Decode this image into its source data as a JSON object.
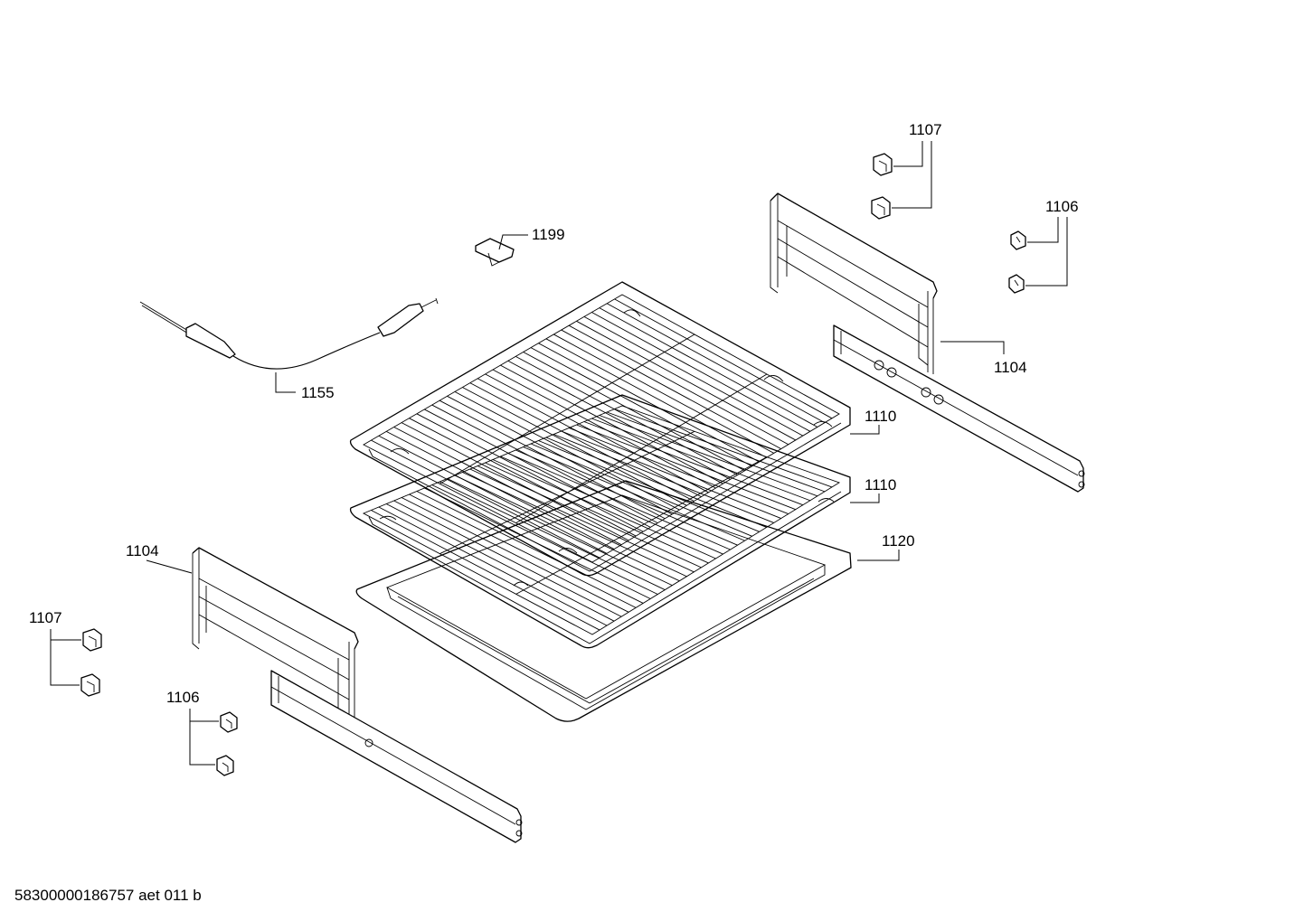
{
  "document_id": "58300000186757 aet 011 b",
  "callouts": {
    "probe": "1155",
    "clip_1199": "1199",
    "rack_upper": "1110",
    "rack_lower": "1110",
    "tray": "1120",
    "rail_right": "1104",
    "rail_left": "1104",
    "clip_1107_right": "1107",
    "clip_1106_right": "1106",
    "clip_1107_left": "1107",
    "clip_1106_left": "1106"
  }
}
